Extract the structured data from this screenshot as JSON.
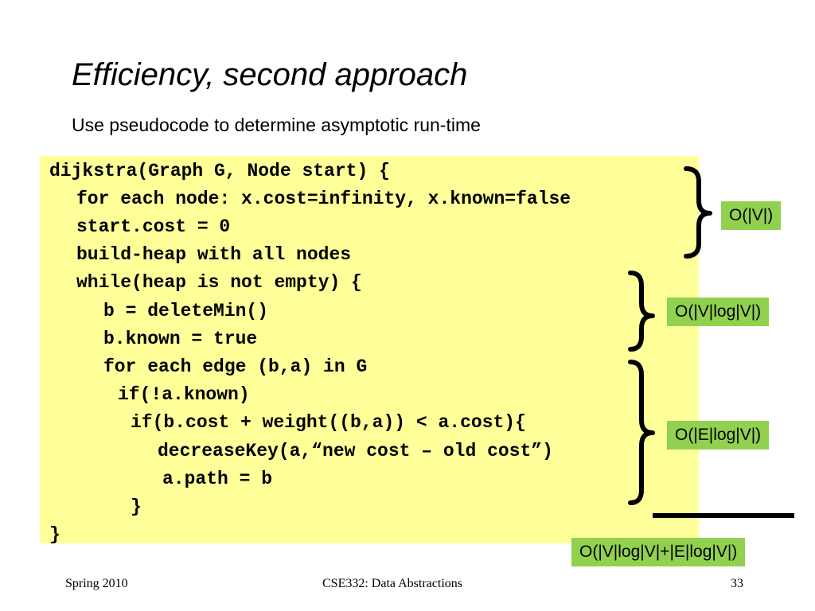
{
  "slide": {
    "title": "Efficiency, second approach",
    "subtitle": "Use pseudocode to determine asymptotic run-time"
  },
  "code": {
    "lines": [
      "dijkstra(Graph G, Node start) {",
      "for each node: x.cost=infinity, x.known=false",
      "start.cost = 0",
      "build-heap with all nodes",
      "while(heap is not empty) {",
      "b = deleteMin()",
      "b.known = true",
      "for each edge (b,a) in G",
      "if(!a.known)",
      "if(b.cost + weight((b,a)) < a.cost){",
      "decreaseKey(a,“new cost – old cost”)",
      "a.path = b",
      "}",
      "}"
    ]
  },
  "annotations": {
    "init": "O(|V|)",
    "heap_loop": "O(|V|log|V|)",
    "edge_loop": "O(|E|log|V|)",
    "total": "O(|V|log|V|+|E|log|V|)"
  },
  "footer": {
    "left": "Spring 2010",
    "center": "CSE332: Data Abstractions",
    "page": "33"
  },
  "colors": {
    "code_background": "#ffff99",
    "badge_background": "#92d050"
  }
}
